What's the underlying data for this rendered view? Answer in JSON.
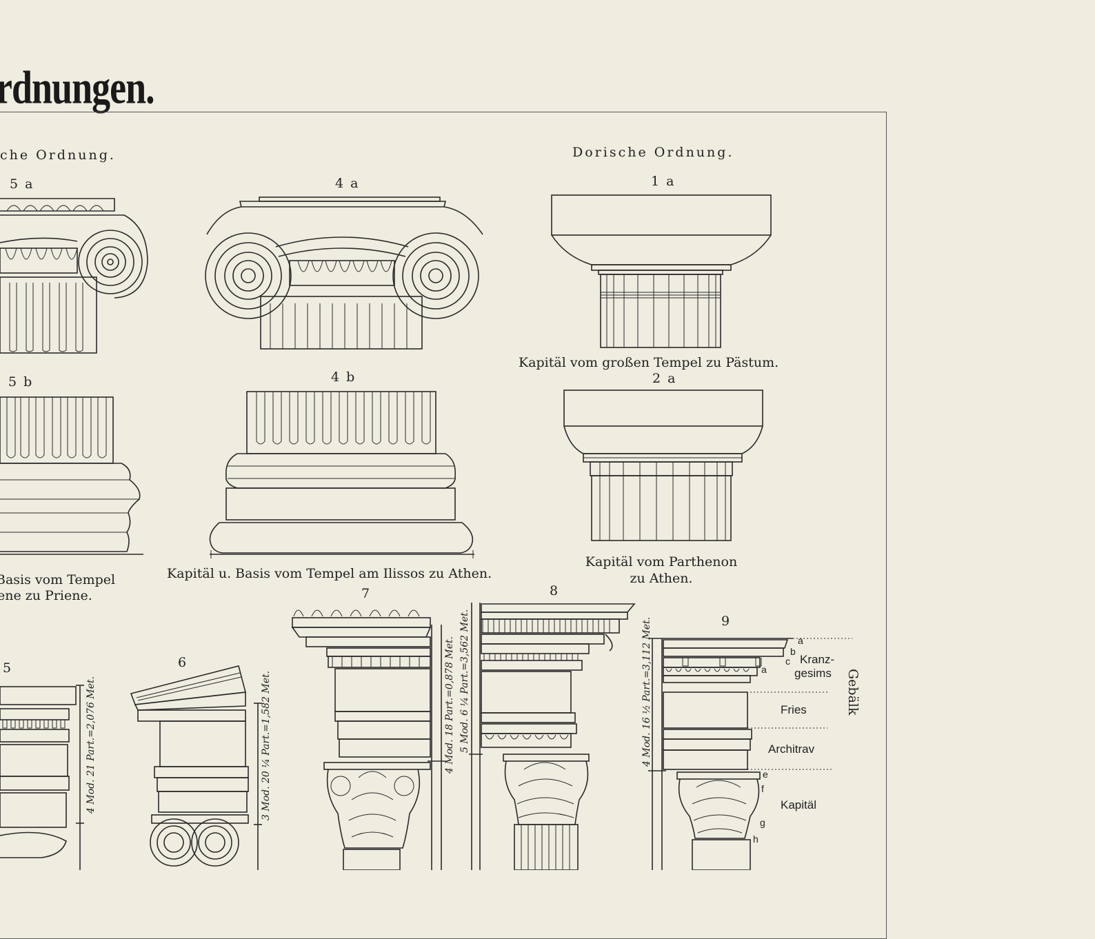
{
  "plate": {
    "title": "rdnungen."
  },
  "sections": {
    "ionic_partial": "che Ordnung.",
    "doric": "Dorische Ordnung."
  },
  "figures": {
    "f1a": "1 a",
    "f2a": "2 a",
    "f4a": "4 a",
    "f4b": "4 b",
    "f5a": "5 a",
    "f5b": "5 b",
    "f5": "5",
    "f6": "6",
    "f7": "7",
    "f8": "8",
    "f9": "9"
  },
  "captions": {
    "paestum": "Kapitäl vom großen Tempel zu Pästum.",
    "parthenon_line1": "Kapitäl vom Parthenon",
    "parthenon_line2": "zu Athen.",
    "ilissos": "Kapitäl u. Basis vom Tempel am Ilissos zu Athen.",
    "priene_line1": "Basis vom Tempel",
    "priene_line2": "ene zu Priene."
  },
  "scales": {
    "f5": "4 Mod. 21 Part.=2,076 Met.",
    "f6": "3 Mod. 20 ¼ Part.=1,582 Met.",
    "f7": "4 Mod. 18 Part.=0,878 Met.",
    "f8": "5 Mod. 6 ¼ Part.=3,562 Met.",
    "f9": "4 Mod. 16 ½ Part.=3,112 Met."
  },
  "fig9_labels": {
    "kranzgesims_1": "Kranz-",
    "kranzgesims_2": "gesims",
    "fries": "Fries",
    "architrav": "Architrav",
    "kapitael": "Kapitäl",
    "gebaelk": "Gebälk",
    "a": "a",
    "b": "b",
    "c": "c",
    "a2": "a",
    "e": "e",
    "f": "f",
    "g": "g",
    "h": "h"
  }
}
